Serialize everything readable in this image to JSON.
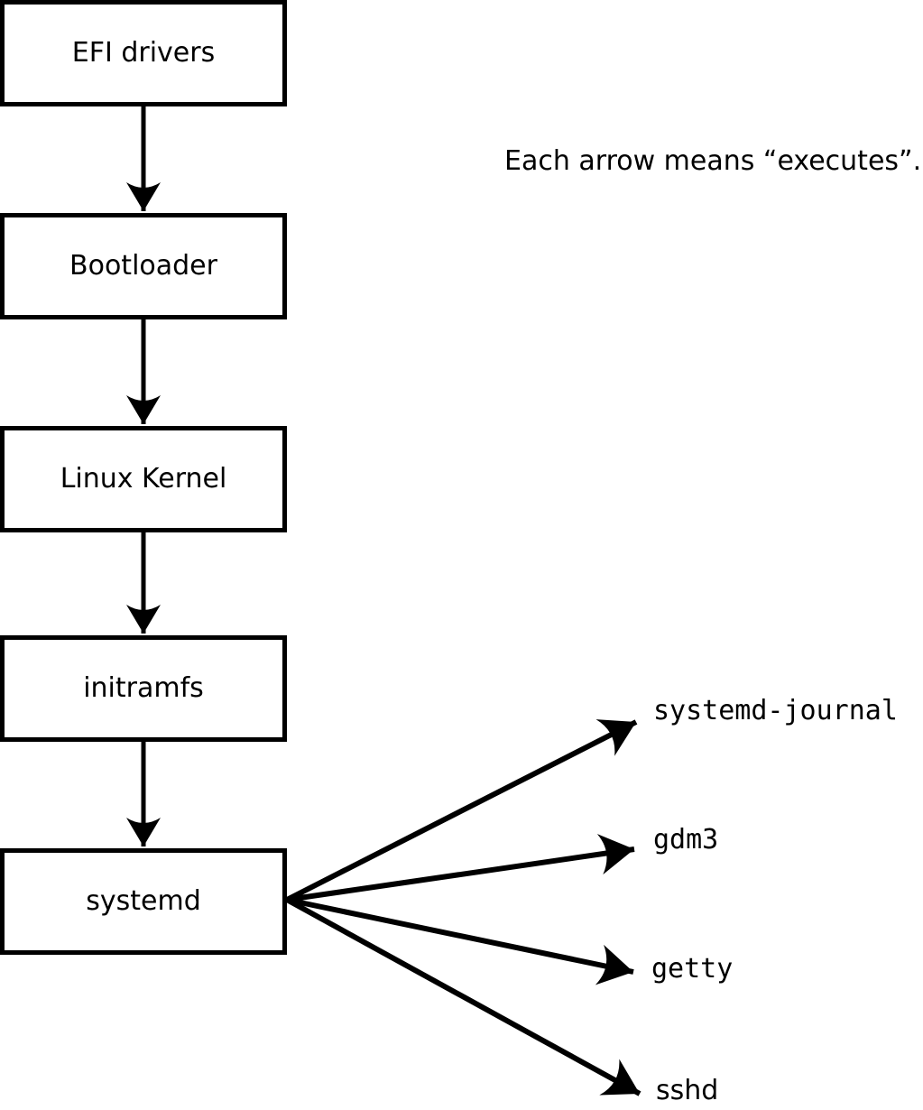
{
  "note": "Each arrow means “executes”.",
  "diagram": {
    "type": "flowchart",
    "arrow_semantics": "executes",
    "chain": [
      {
        "label": "EFI drivers"
      },
      {
        "label": "Bootloader"
      },
      {
        "label": "Linux Kernel"
      },
      {
        "label": "initramfs"
      },
      {
        "label": "systemd"
      }
    ],
    "chain_edges": [
      "EFI drivers -> Bootloader",
      "Bootloader -> Linux Kernel",
      "Linux Kernel -> initramfs",
      "initramfs -> systemd"
    ],
    "services_spawned_by_systemd": [
      {
        "label": "systemd-journal"
      },
      {
        "label": "gdm3"
      },
      {
        "label": "getty"
      },
      {
        "label": "sshd"
      }
    ],
    "colors": {
      "stroke": "#000000",
      "node_fill": "#ffffff",
      "background": "#ffffff"
    }
  }
}
